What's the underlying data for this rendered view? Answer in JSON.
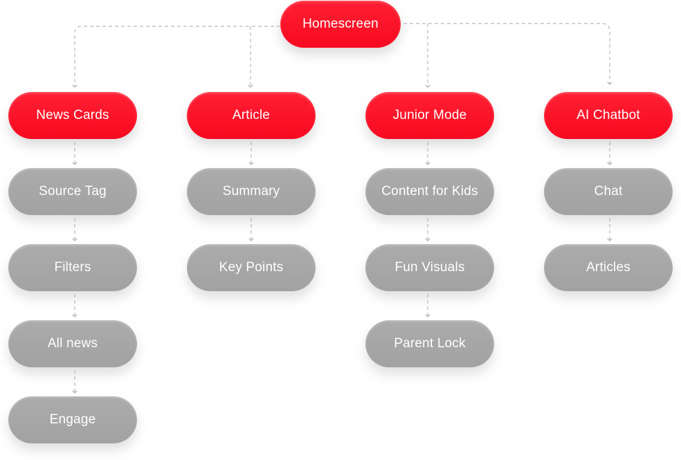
{
  "root": {
    "label": "Homescreen"
  },
  "columns": [
    {
      "title": "News Cards",
      "items": [
        "Source Tag",
        "Filters",
        "All news",
        "Engage"
      ]
    },
    {
      "title": "Article",
      "items": [
        "Summary",
        "Key Points"
      ]
    },
    {
      "title": "Junior Mode",
      "items": [
        "Content for Kids",
        "Fun Visuals",
        "Parent Lock"
      ]
    },
    {
      "title": "AI Chatbot",
      "items": [
        "Chat",
        "Articles"
      ]
    }
  ],
  "colors": {
    "primary": "#f70a20",
    "secondary": "#a5a5a5",
    "connector": "#b0b0b0",
    "text": "#ffffff"
  }
}
